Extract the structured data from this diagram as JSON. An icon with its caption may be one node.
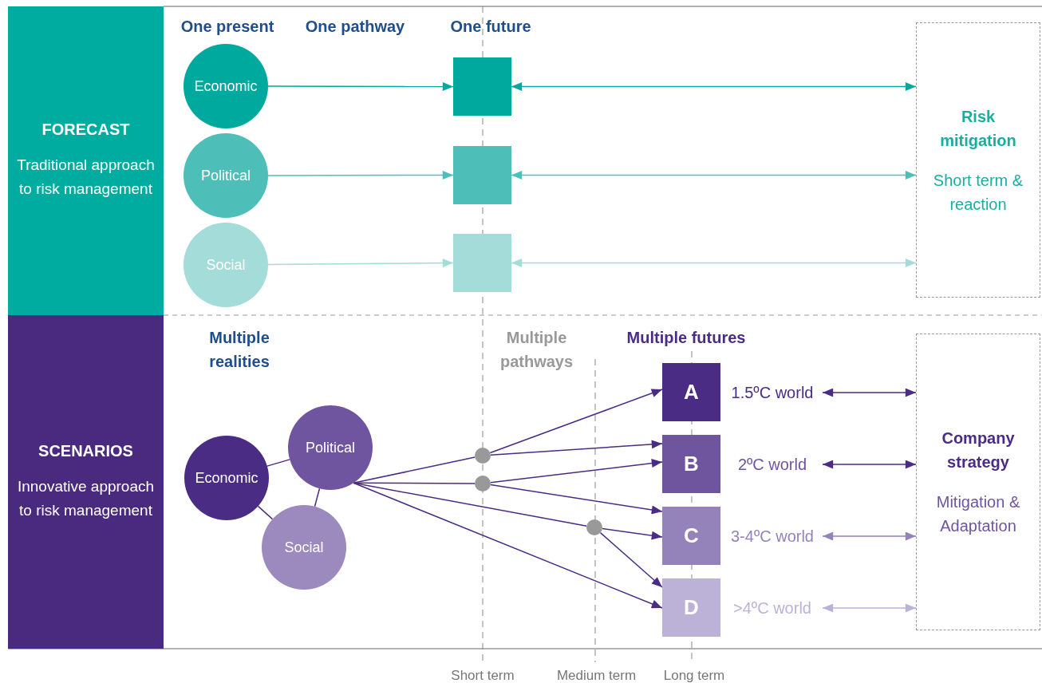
{
  "diagram": {
    "nodes": [
      {
        "text": [
          "FORECAST",
          "Traditional approach to risk management"
        ]
      },
      {
        "text": [
          "SCENARIOS",
          "Innovative approach to risk management"
        ]
      },
      {
        "text": [
          "Economic"
        ]
      },
      {
        "text": [],
        "shape": "box"
      },
      {
        "text": [
          "Political"
        ]
      },
      {
        "text": [],
        "shape": "box"
      },
      {
        "text": [
          "Social"
        ]
      },
      {
        "text": [],
        "shape": "box"
      },
      {
        "text": [
          "Risk mitigation",
          "Short term & reaction"
        ]
      },
      {
        "text": [
          "Economic"
        ]
      },
      {
        "text": [
          "Political"
        ]
      },
      {
        "text": [
          "Social"
        ]
      },
      {
        "text": [],
        "shape": "circle"
      },
      {
        "text": [],
        "shape": "circle"
      },
      {
        "text": [],
        "shape": "circle"
      },
      {
        "text": [
          "A"
        ]
      },
      {
        "text": [
          "1.5ºC world"
        ]
      },
      {
        "text": [
          "B"
        ]
      },
      {
        "text": [
          "2ºC world"
        ]
      },
      {
        "text": [
          "C"
        ]
      },
      {
        "text": [
          "3-4ºC world"
        ]
      },
      {
        "text": [
          "D"
        ]
      },
      {
        "text": [
          ">4ºC world"
        ]
      },
      {
        "text": [
          "Company strategy",
          "Mitigation & Adaptation"
        ]
      }
    ],
    "edges": [
      {
        "from": 2,
        "to": 3,
        "arrow": "to",
        "color": "#00a99d"
      },
      {
        "from": 3,
        "to": 8,
        "arrow": "both",
        "color": "#00a99d"
      },
      {
        "from": 4,
        "to": 5,
        "arrow": "to",
        "color": "#4dbfb8"
      },
      {
        "from": 5,
        "to": 8,
        "arrow": "both",
        "color": "#4dbfb8"
      },
      {
        "from": 6,
        "to": 7,
        "arrow": "to",
        "color": "#a3dcd8"
      },
      {
        "from": 7,
        "to": 8,
        "arrow": "both",
        "color": "#a3dcd8"
      },
      {
        "from": 9,
        "to": 10,
        "arrow": "none"
      },
      {
        "from": 9,
        "to": 11,
        "arrow": "none"
      },
      {
        "from": 10,
        "to": 11,
        "arrow": "none"
      },
      {
        "from": 10,
        "to": 12,
        "arrow": "none"
      },
      {
        "from": 12,
        "to": 15,
        "arrow": "to"
      },
      {
        "from": 12,
        "to": 17,
        "arrow": "to"
      },
      {
        "from": 10,
        "to": 13,
        "arrow": "none"
      },
      {
        "from": 13,
        "to": 17,
        "arrow": "to"
      },
      {
        "from": 13,
        "to": 19,
        "arrow": "to"
      },
      {
        "from": 10,
        "to": 14,
        "arrow": "none"
      },
      {
        "from": 14,
        "to": 19,
        "arrow": "to"
      },
      {
        "from": 14,
        "to": 21,
        "arrow": "to"
      },
      {
        "from": 10,
        "to": 21,
        "arrow": "to"
      },
      {
        "from": 16,
        "to": 23,
        "arrow": "both"
      },
      {
        "from": 18,
        "to": 23,
        "arrow": "both"
      },
      {
        "from": 20,
        "to": 23,
        "arrow": "both",
        "color": "#9482ba"
      },
      {
        "from": 22,
        "to": 23,
        "arrow": "both",
        "color": "#bcb1d6"
      }
    ],
    "labels": [
      "One present",
      "One pathway",
      "One future",
      "Multiple realities",
      "Multiple pathways",
      "Multiple futures",
      "Short term",
      "Medium term",
      "Long term"
    ]
  }
}
